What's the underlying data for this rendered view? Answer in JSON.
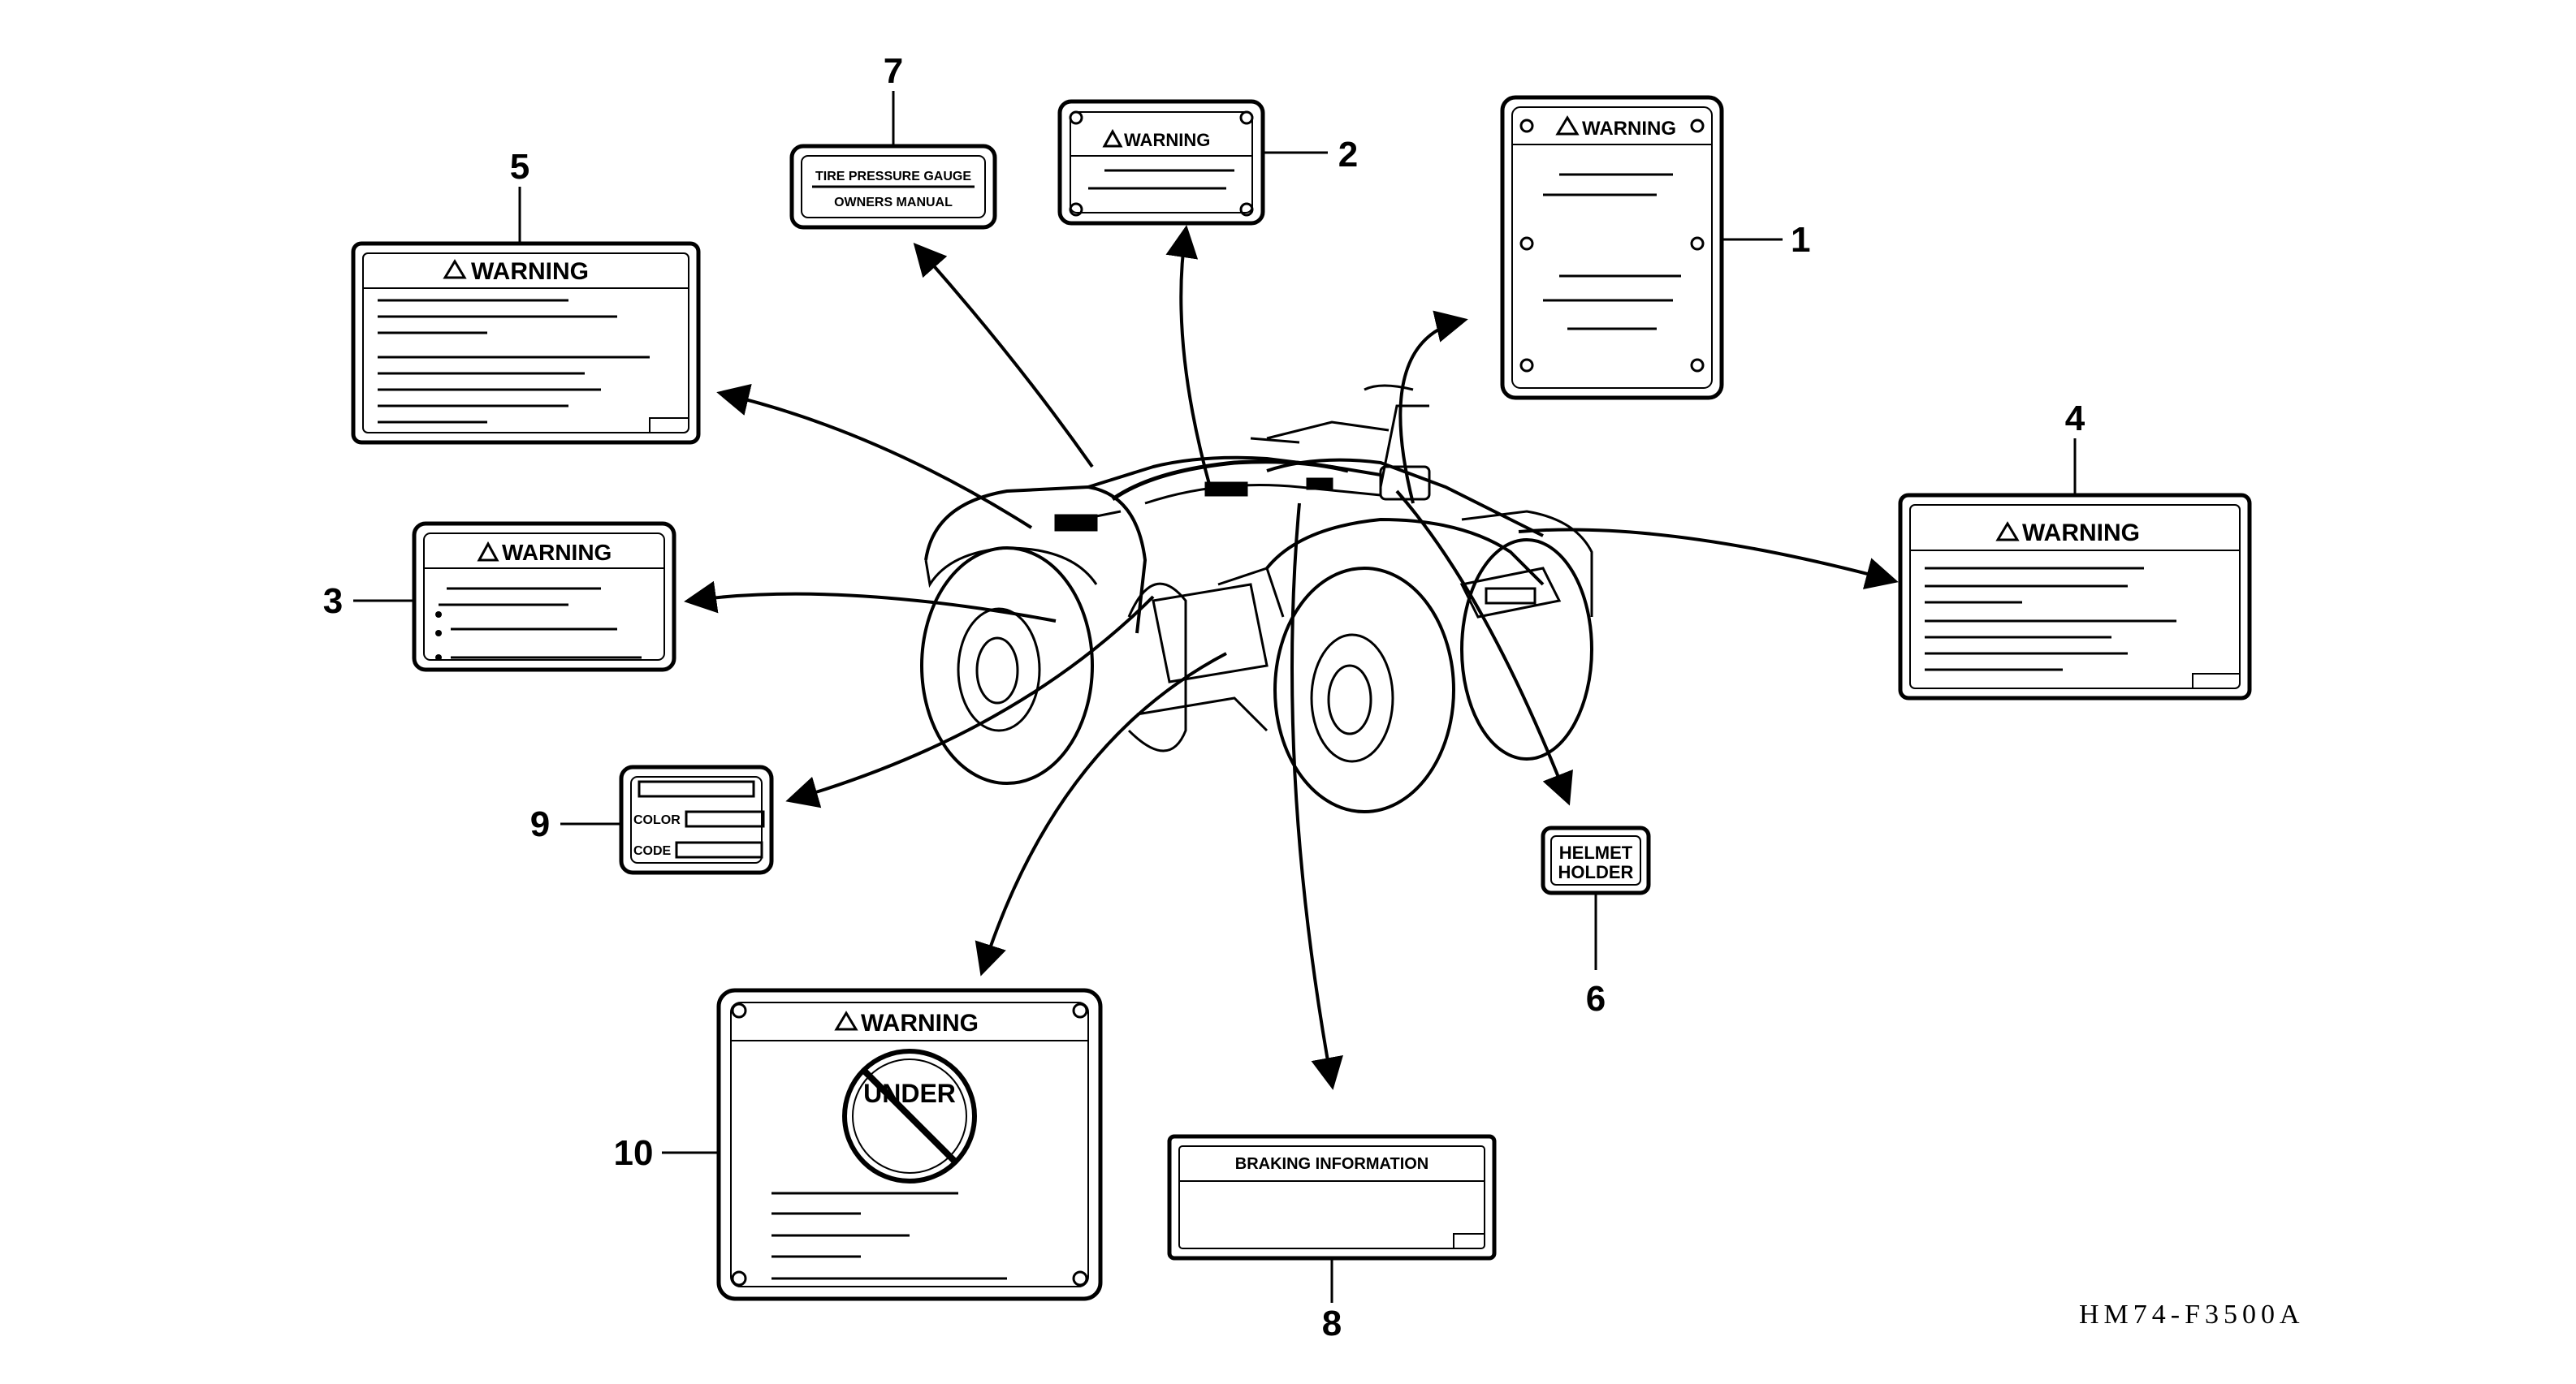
{
  "diagram": {
    "part_code": "HM74-F3500A",
    "callouts": [
      "1",
      "2",
      "3",
      "4",
      "5",
      "6",
      "7",
      "8",
      "9",
      "10"
    ],
    "labels": {
      "warning": "WARNING",
      "tire_line1": "TIRE PRESSURE GAUGE",
      "tire_line2": "OWNERS MANUAL",
      "helmet_line1": "HELMET",
      "helmet_line2": "HOLDER",
      "braking": "BRAKING INFORMATION",
      "color": "COLOR",
      "code": "CODE",
      "under": "UNDER"
    }
  }
}
